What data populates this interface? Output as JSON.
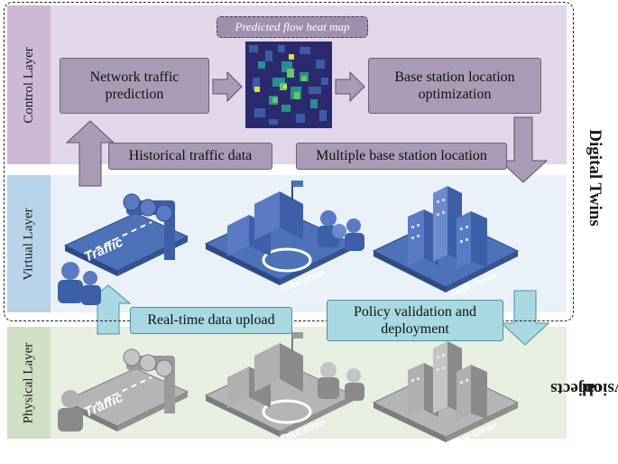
{
  "layers": {
    "control": "Control Layer",
    "virtual": "Virtual Layer",
    "physical": "Physical Layer"
  },
  "side_labels": {
    "digital_twins": "Digital Twins",
    "physical_objects_1": "Physical",
    "physical_objects_2": "objects"
  },
  "control": {
    "traffic_prediction": "Network traffic prediction",
    "heatmap_label": "Predicted flow heat map",
    "bs_optimization": "Base station location optimization",
    "historical_data": "Historical traffic data",
    "multiple_bs": "Multiple base station location"
  },
  "virtual": {
    "realtime_upload": "Real-time data upload",
    "policy_validation": "Policy validation and deployment"
  },
  "scene_labels": {
    "traffic": "Traffic",
    "education": "Education",
    "trade_center": "Trade Center"
  },
  "colors": {
    "control_band": "#e2d7e8",
    "virtual_band": "#eaf1f8",
    "physical_band": "#e6efe0",
    "purple_box": "#a99bb5",
    "cyan_box": "#a8d8e2",
    "virtual_blue": "#3d5fa8",
    "physical_gray": "#9a9a9a"
  }
}
